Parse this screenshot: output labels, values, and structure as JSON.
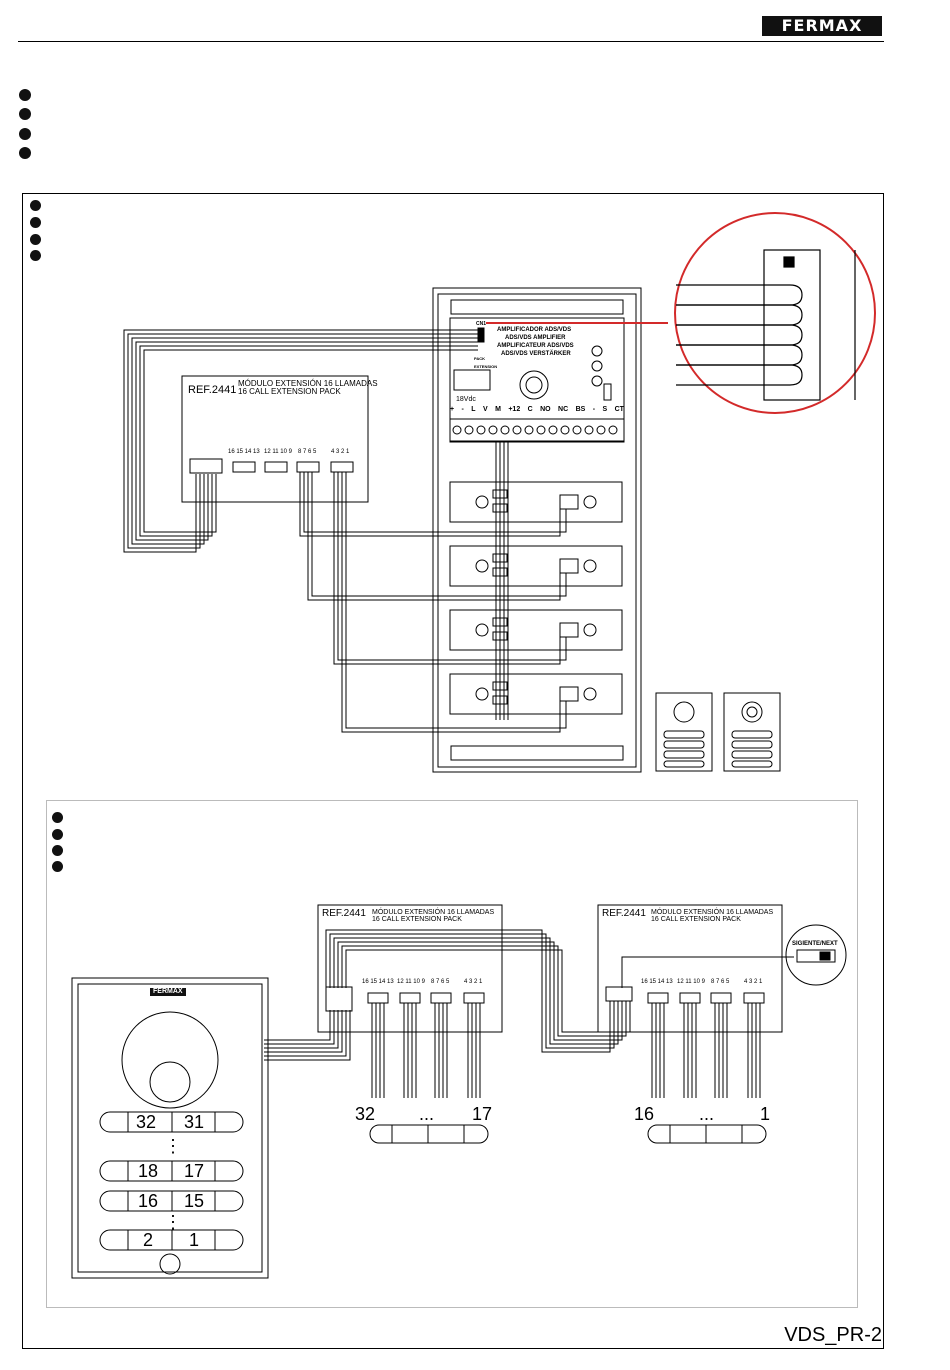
{
  "brand": {
    "logo": "FERMAX"
  },
  "module": {
    "ref": "REF.2441",
    "title_es": "MÓDULO EXTENSIÓN  16 LLAMADAS",
    "title_en": "16 CALL EXTENSION PACK",
    "groups": [
      "16 15 14 13",
      "12 11 10 9",
      "8 7 6 5",
      "4 3 2 1"
    ]
  },
  "amplifier": {
    "cn1": "CN1",
    "lines": [
      "AMPLIFICADOR ADS/VDS",
      "ADS/VDS AMPLIFIER",
      "AMPLIFICATEUR ADS/VDS",
      "ADS/VDS VERSTÄRKER"
    ],
    "pack": "PACK EXTENSION",
    "voltage": "18Vdc",
    "terminals": [
      "+",
      "-",
      "L",
      "V",
      "M",
      "+12",
      "C",
      "NO",
      "NC",
      "BS",
      "-",
      "S",
      "CT"
    ]
  },
  "next_label": "SIGIENTE/NEXT",
  "panel": {
    "logo": "FERMAX",
    "buttons": [
      {
        "left": "32",
        "right": "31"
      },
      {
        "left": "18",
        "right": "17"
      },
      {
        "left": "16",
        "right": "15"
      },
      {
        "left": "2",
        "right": "1"
      }
    ],
    "ellipsis": "⋮"
  },
  "ranges": [
    {
      "start": "32",
      "dots": "...",
      "end": "17"
    },
    {
      "start": "16",
      "dots": "...",
      "end": "1"
    }
  ],
  "footer_code": "VDS_PR-2",
  "colors": {
    "accent_red": "#d32a2a",
    "line": "#000000"
  }
}
